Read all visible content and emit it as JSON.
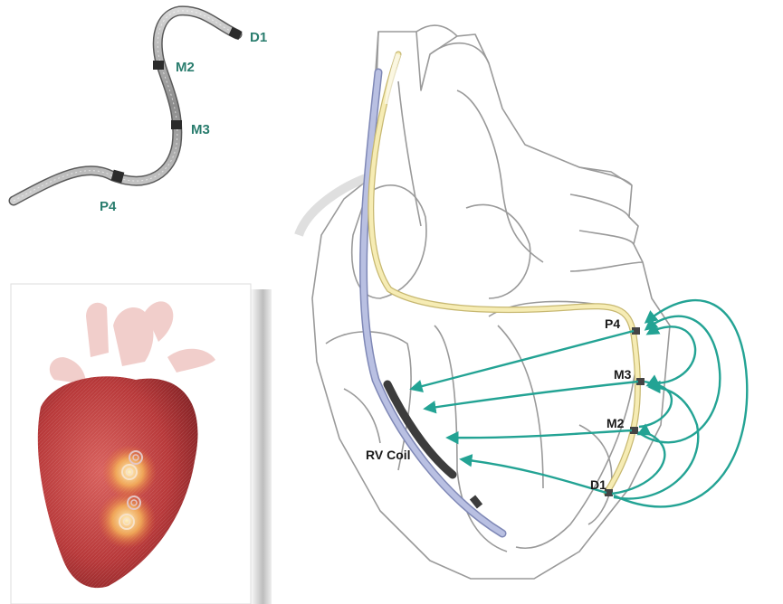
{
  "lead_figure": {
    "electrode_labels": {
      "d1": "D1",
      "m2": "M2",
      "m3": "M3",
      "p4": "P4"
    }
  },
  "heart_diagram": {
    "electrode_labels": {
      "p4": "P4",
      "m3": "M3",
      "m2": "M2",
      "d1": "D1"
    },
    "rv_coil_label": "RV Coil"
  },
  "colors": {
    "electrode_label": "#2a7d6e",
    "arrows": "#23a394",
    "lv_lead": "#f3e7a4",
    "rv_lead": "#a7b0d8",
    "heart_outline": "#9a9a9a",
    "photo_heart": "#b8393a"
  }
}
